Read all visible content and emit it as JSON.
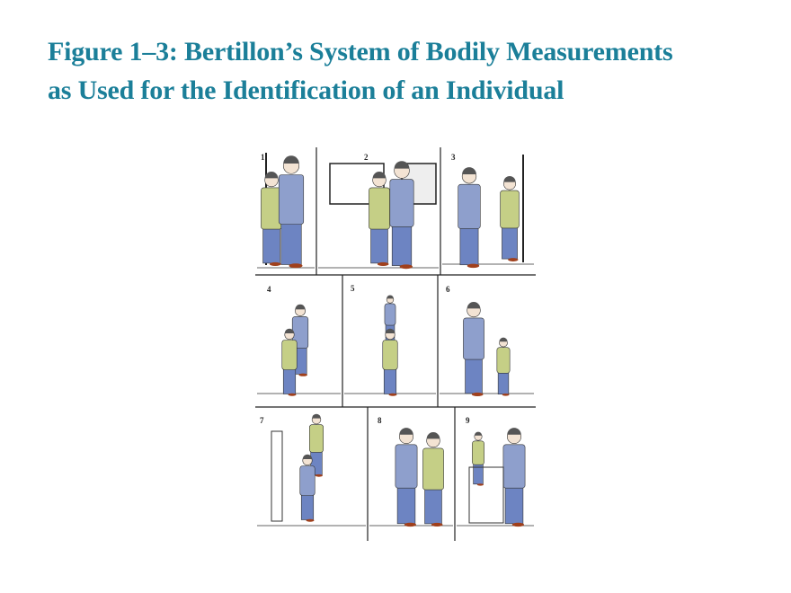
{
  "slide": {
    "title_line1": "Figure 1–3: Bertillon’s System of Bodily Measurements",
    "title_line2": "as Used for the Identification of an Individual",
    "title_color": "#1b7f99"
  },
  "figure": {
    "panel_numbers": [
      "1",
      "2",
      "3",
      "4",
      "5",
      "6",
      "7",
      "8",
      "9"
    ],
    "colors": {
      "shirt": "#c5cf86",
      "coat": "#8e9fcc",
      "trousers": "#6d84c2",
      "skin": "#f3e3d3",
      "hair": "#555555",
      "shoes": "#a0401c"
    }
  }
}
